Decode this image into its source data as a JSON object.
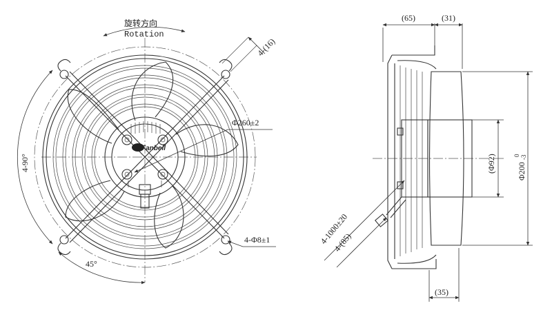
{
  "front_view": {
    "rotation_cn": "旋转方向",
    "rotation_en": "Rotation",
    "angle_90": "4-90°",
    "angle_45": "45°",
    "diameter_guard": "Φ260±2",
    "slot_width": "4-(16)",
    "mount_holes": "4-Φ8±1",
    "logo": "Fanbell"
  },
  "side_view": {
    "depth_total": "(65)",
    "depth_motor": "(31)",
    "diameter_motor": "(Φ92)",
    "diameter_frame_main": "Φ200",
    "diameter_frame_tol_upper": "0",
    "diameter_frame_tol_lower": "-3",
    "cable_length": "4-1000±20",
    "cable_offset": "4-(85)",
    "bottom_depth": "(35)"
  }
}
